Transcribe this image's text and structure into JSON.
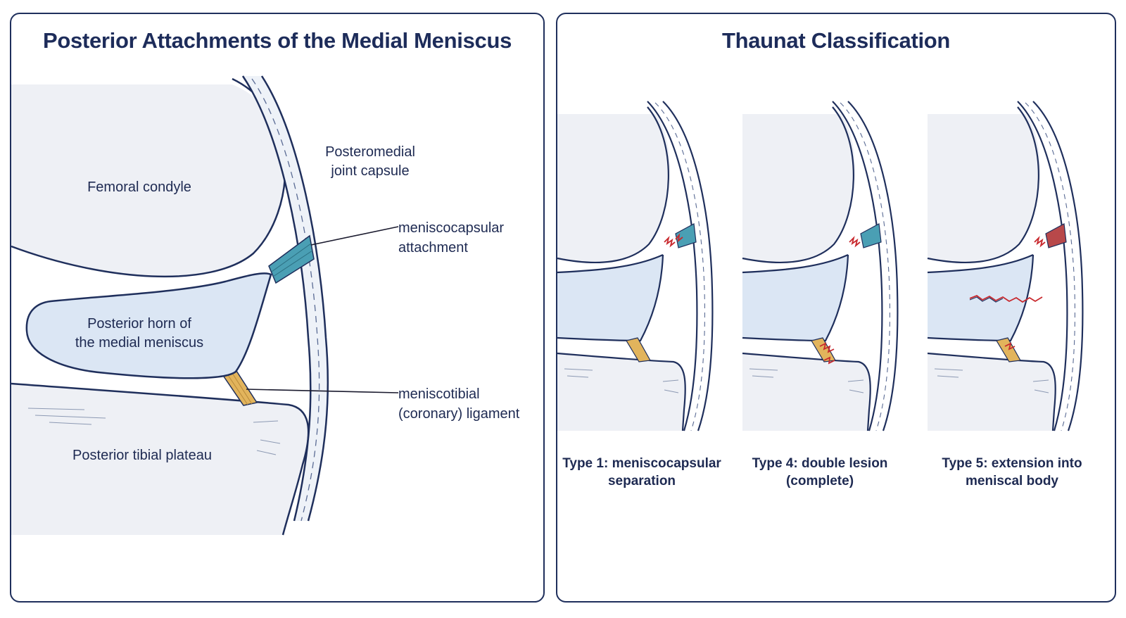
{
  "left_panel": {
    "title": "Posterior Attachments of the Medial Meniscus",
    "labels": {
      "femoral_condyle": "Femoral condyle",
      "capsule_line1": "Posteromedial",
      "capsule_line2": "joint capsule",
      "mc_line1": "meniscocapsular",
      "mc_line2": "attachment",
      "horn_line1": "Posterior horn of",
      "horn_line2": "the medial meniscus",
      "mt_line1": "meniscotibial",
      "mt_line2": "(coronary) ligament",
      "tibia": "Posterior tibial plateau"
    }
  },
  "right_panel": {
    "title": "Thaunat Classification",
    "types": [
      {
        "line1": "Type 1: meniscocapsular",
        "line2": "separation"
      },
      {
        "line1": "Type 4: double lesion",
        "line2": "(complete)"
      },
      {
        "line1": "Type 5: extension into",
        "line2": "meniscal body"
      }
    ]
  },
  "colors": {
    "outline": "#1f2f5c",
    "bone": "#eef0f5",
    "meniscus": "#dbe6f4",
    "meniscocapsular": "#4a9fb4",
    "meniscotibial": "#e2b45c",
    "tear": "#c8282d"
  }
}
